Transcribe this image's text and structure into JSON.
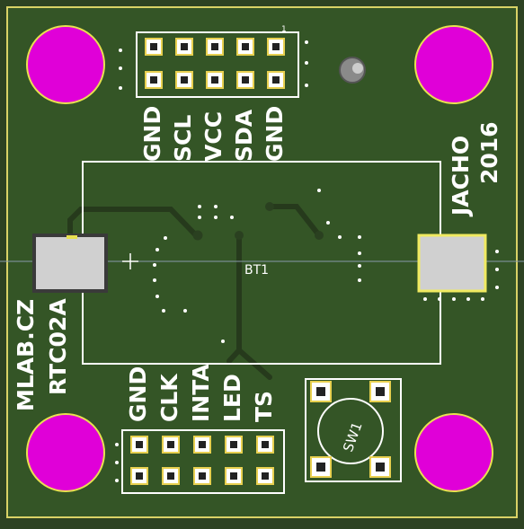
{
  "board": {
    "colors": {
      "background": "#2d4222",
      "board_fill": "#345526",
      "outline": "#d9d266",
      "silk": "#ffffff",
      "copper": "#d8c44a",
      "trace": "#2a4020",
      "mount_hole": "#e000d8",
      "pad_fill": "#ffffff",
      "grey_pad": "#d0d0d0"
    }
  },
  "top_header": {
    "pin1_mark": "1",
    "labels": [
      "GND",
      "SCL",
      "VCC",
      "SDA",
      "GND"
    ]
  },
  "bottom_header": {
    "labels": [
      "GND",
      "CLK",
      "INTA",
      "LED",
      "TS"
    ]
  },
  "texts": {
    "jacho": "JACHO",
    "year": "2016",
    "mlab": "MLAB.CZ",
    "model": "RTC02A",
    "battery": "BT1",
    "switch": "SW1"
  }
}
